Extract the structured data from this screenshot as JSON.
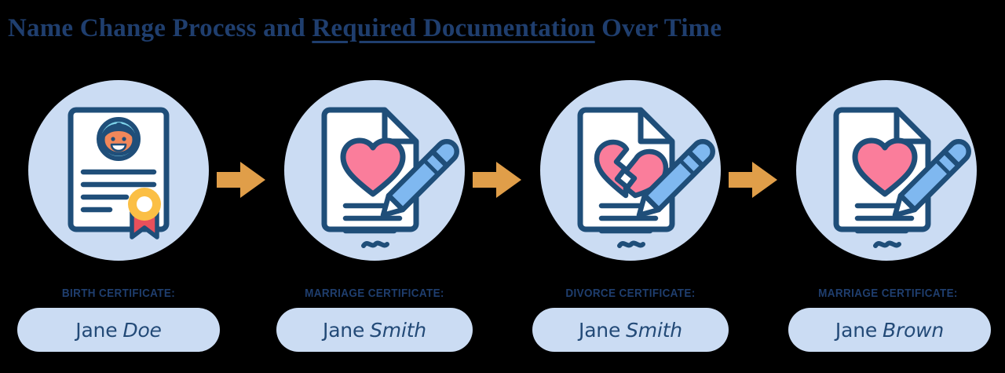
{
  "title": {
    "part1": "Name Change Process and ",
    "underlined": "Required Documentation",
    "part2": " Over Time",
    "color": "#1F3E6E"
  },
  "theme": {
    "background": "#000000",
    "circle_fill": "#CBDCF3",
    "pill_fill": "#CBDCF3",
    "navy": "#1F4E79",
    "navy_text": "#1F3E6E",
    "arrow_orange": "#E09E49",
    "heart_pink": "#FA7D9B",
    "pencil_blue": "#7FB8F0",
    "seal_gold": "#FBBF45",
    "ribbon_red": "#E8505B",
    "baby_skin": "#F0875A",
    "baby_ring": "#7FD4EA",
    "paper_white": "#FFFFFF"
  },
  "steps": [
    {
      "icon": "birth-certificate-icon",
      "caption": "BIRTH CERTIFICATE:",
      "first_name": "Jane",
      "surname": "Doe"
    },
    {
      "icon": "marriage-certificate-icon",
      "caption": "MARRIAGE CERTIFICATE:",
      "first_name": "Jane",
      "surname": "Smith"
    },
    {
      "icon": "divorce-certificate-icon",
      "caption": "DIVORCE CERTIFICATE:",
      "first_name": "Jane",
      "surname": "Smith"
    },
    {
      "icon": "marriage-certificate-icon",
      "caption": "MARRIAGE CERTIFICATE:",
      "first_name": "Jane",
      "surname": "Brown"
    }
  ],
  "arrows": [
    {
      "name": "arrow-step1-to-step2"
    },
    {
      "name": "arrow-step2-to-step3"
    },
    {
      "name": "arrow-step3-to-step4"
    }
  ]
}
